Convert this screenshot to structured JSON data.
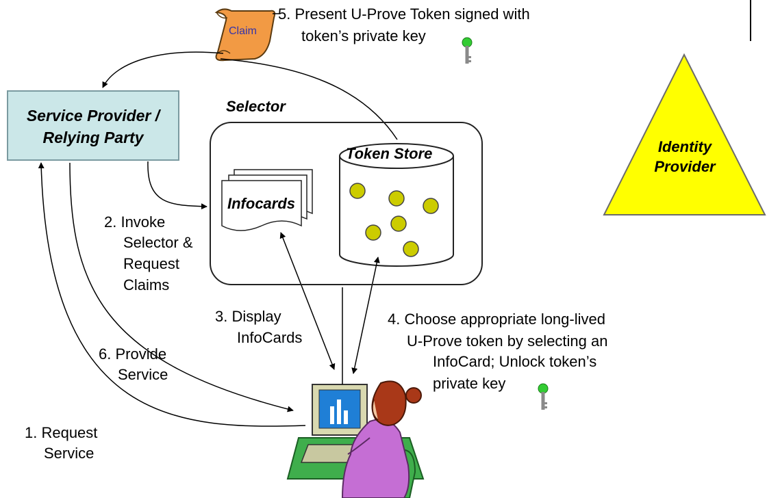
{
  "claim_label": "Claim",
  "service_provider": {
    "line1": "Service Provider /",
    "line2": "Relying Party"
  },
  "selector": {
    "title": "Selector",
    "infocards_label": "Infocards",
    "token_store_label": "Token Store"
  },
  "identity_provider": {
    "line1": "Identity",
    "line2": "Provider"
  },
  "steps": {
    "step1": {
      "line1": "1. Request",
      "line2": "Service"
    },
    "step2": {
      "line1": "2. Invoke",
      "line2": "Selector &",
      "line3": "Request",
      "line4": "Claims"
    },
    "step3": {
      "line1": "3. Display",
      "line2": "InfoCards"
    },
    "step4": {
      "line1": "4. Choose appropriate long-lived",
      "line2": "U-Prove token by selecting an",
      "line3": "InfoCard; Unlock token’s",
      "line4": "private key"
    },
    "step5": {
      "line1": "5. Present U-Prove Token signed with",
      "line2": "token’s private key"
    },
    "step6": {
      "line1": "6. Provide",
      "line2": "Service"
    }
  },
  "icons": {
    "claim": "scroll-icon",
    "key": "key-icon",
    "user": "user-at-computer-icon",
    "token": "token-icon"
  },
  "colors": {
    "service_provider_fill": "#cbe7e8",
    "identity_provider_fill": "#ffff00",
    "token_fill": "#cccc00",
    "scroll_fill": "#f29a44",
    "key_fill": "#33cc33",
    "claim_text": "#3333aa"
  }
}
